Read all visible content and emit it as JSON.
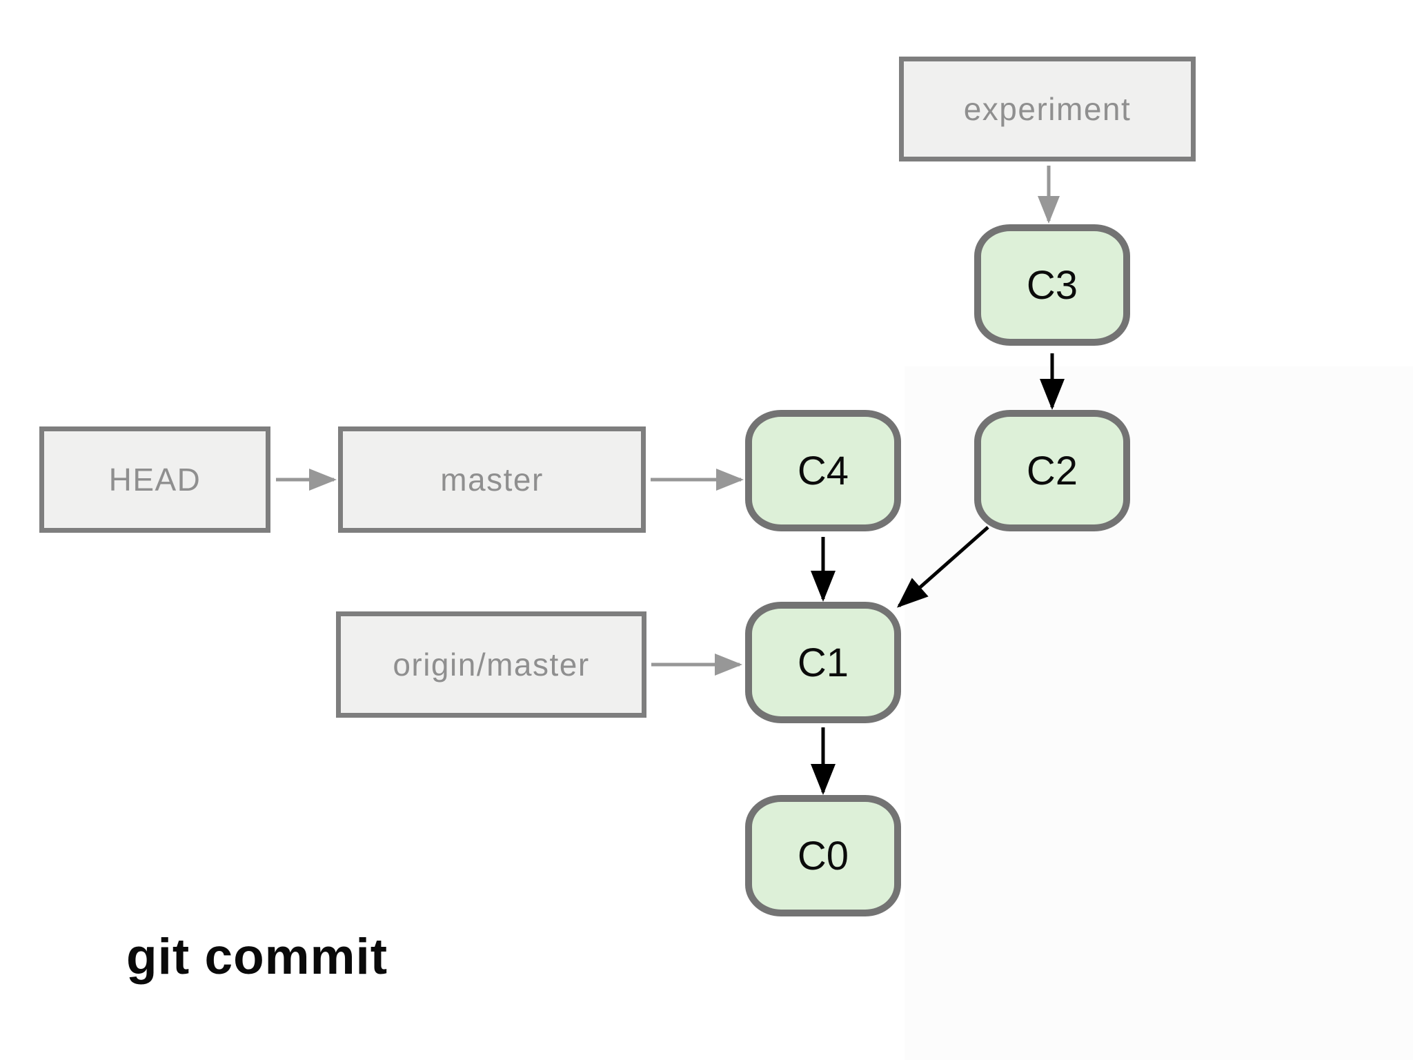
{
  "caption": "git commit",
  "colors": {
    "background": "#ffffff",
    "commit_fill": "#ddf0d8",
    "commit_border": "#737373",
    "ref_fill": "#f0f0ef",
    "ref_border": "#7e7e7e",
    "ref_text": "#8f8f8f",
    "arrow_gray": "#979797",
    "arrow_black": "#000000"
  },
  "refs": [
    {
      "id": "head",
      "label": "HEAD"
    },
    {
      "id": "master",
      "label": "master"
    },
    {
      "id": "experiment",
      "label": "experiment"
    },
    {
      "id": "origin_master",
      "label": "origin/master"
    }
  ],
  "commits": [
    {
      "id": "c3",
      "label": "C3"
    },
    {
      "id": "c4",
      "label": "C4"
    },
    {
      "id": "c2",
      "label": "C2"
    },
    {
      "id": "c1",
      "label": "C1"
    },
    {
      "id": "c0",
      "label": "C0"
    }
  ],
  "edges": [
    {
      "from": "HEAD",
      "to": "master",
      "color": "gray"
    },
    {
      "from": "master",
      "to": "C4",
      "color": "gray"
    },
    {
      "from": "experiment",
      "to": "C3",
      "color": "gray"
    },
    {
      "from": "origin/master",
      "to": "C1",
      "color": "gray"
    },
    {
      "from": "C3",
      "to": "C2",
      "color": "black"
    },
    {
      "from": "C4",
      "to": "C1",
      "color": "black"
    },
    {
      "from": "C2",
      "to": "C1",
      "color": "black"
    },
    {
      "from": "C1",
      "to": "C0",
      "color": "black"
    }
  ]
}
